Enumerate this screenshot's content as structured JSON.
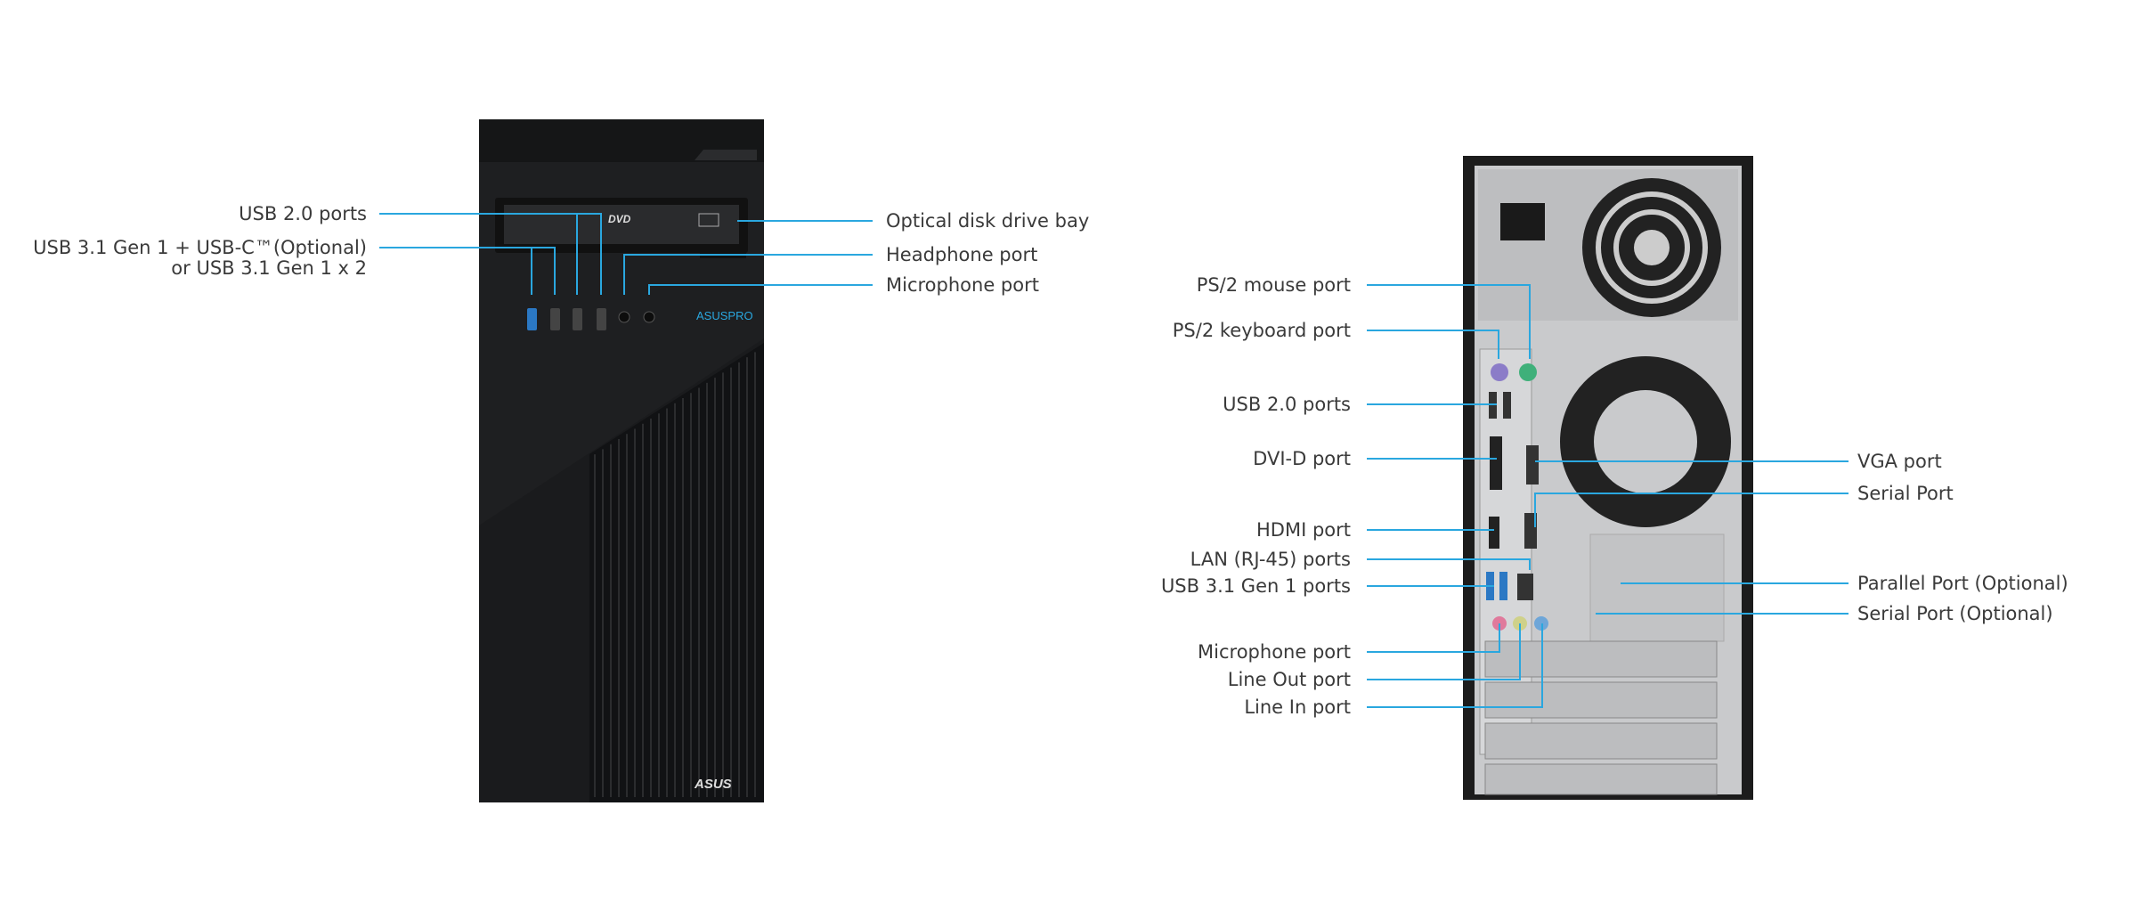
{
  "front": {
    "brand_logo": "ASUSPRO",
    "case_logo": "ASUS",
    "drive_logo": "DVD",
    "labels": {
      "usb20": "USB 2.0 ports",
      "usb31_line1": "USB 3.1 Gen 1 + USB-C™(Optional)",
      "usb31_line2": "or USB 3.1 Gen 1 x 2",
      "optical": "Optical disk drive bay",
      "headphone": "Headphone port",
      "microphone": "Microphone port"
    }
  },
  "rear": {
    "labels_left": {
      "ps2_mouse": "PS/2 mouse port",
      "ps2_keyboard": "PS/2 keyboard port",
      "usb20": "USB 2.0 ports",
      "dvid": "DVI-D port",
      "hdmi": "HDMI port",
      "lan": "LAN (RJ-45) ports",
      "usb31": "USB 3.1 Gen 1 ports",
      "microphone": "Microphone port",
      "line_out": "Line Out port",
      "line_in": "Line In port"
    },
    "labels_right": {
      "vga": "VGA port",
      "serial": "Serial Port",
      "parallel": "Parallel Port (Optional)",
      "serial_optional": "Serial Port (Optional)"
    }
  },
  "colors": {
    "leader": "#2aa7df",
    "case": "#1e1f21",
    "panel": "#c9cacc",
    "text": "#3a3a3a"
  }
}
